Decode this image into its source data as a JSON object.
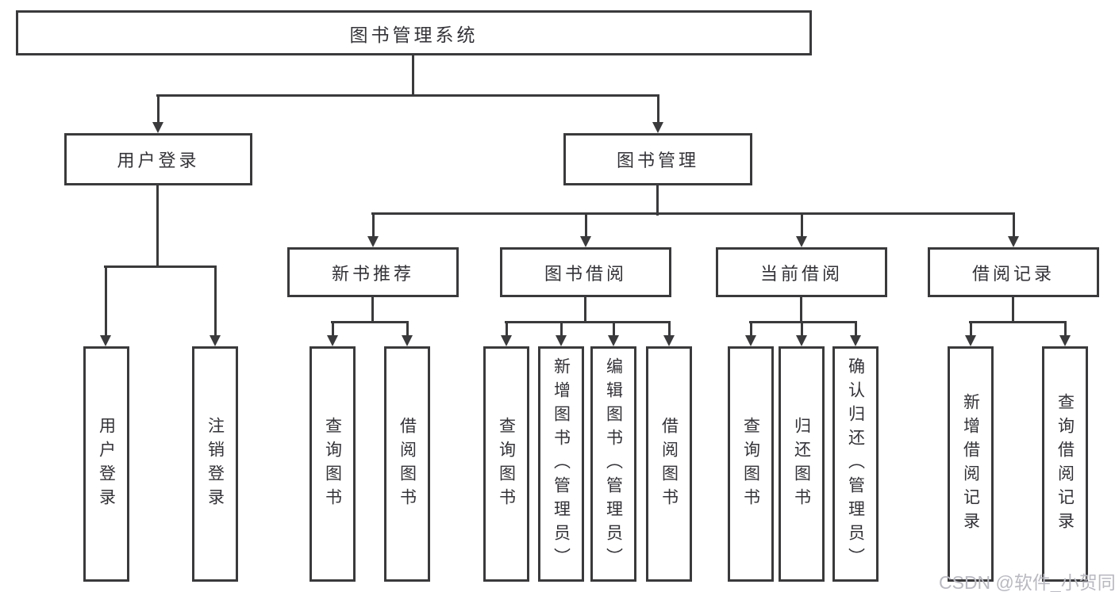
{
  "diagram": {
    "root": {
      "label": "图书管理系统"
    },
    "level2": {
      "user_login": {
        "label": "用户登录"
      },
      "book_mgmt": {
        "label": "图书管理"
      }
    },
    "level3": {
      "new_books": {
        "label": "新书推荐"
      },
      "book_borrow": {
        "label": "图书借阅"
      },
      "current_borrow": {
        "label": "当前借阅"
      },
      "borrow_records": {
        "label": "借阅记录"
      }
    },
    "leaves": [
      {
        "label": "用户登录"
      },
      {
        "label": "注销登录"
      },
      {
        "label": "查询图书"
      },
      {
        "label": "借阅图书"
      },
      {
        "label": "查询图书"
      },
      {
        "label": "新增图书（管理员）"
      },
      {
        "label": "编辑图书（管理员）"
      },
      {
        "label": "借阅图书"
      },
      {
        "label": "查询图书"
      },
      {
        "label": "归还图书"
      },
      {
        "label": "确认归还（管理员）"
      },
      {
        "label": "新增借阅记录"
      },
      {
        "label": "查询借阅记录"
      }
    ]
  },
  "watermark": {
    "text": "CSDN @软件_小贺同学"
  },
  "colors": {
    "line": "#3a3a3c",
    "text": "#333338",
    "watermark": "#b9b9c2",
    "background": "#ffffff"
  }
}
